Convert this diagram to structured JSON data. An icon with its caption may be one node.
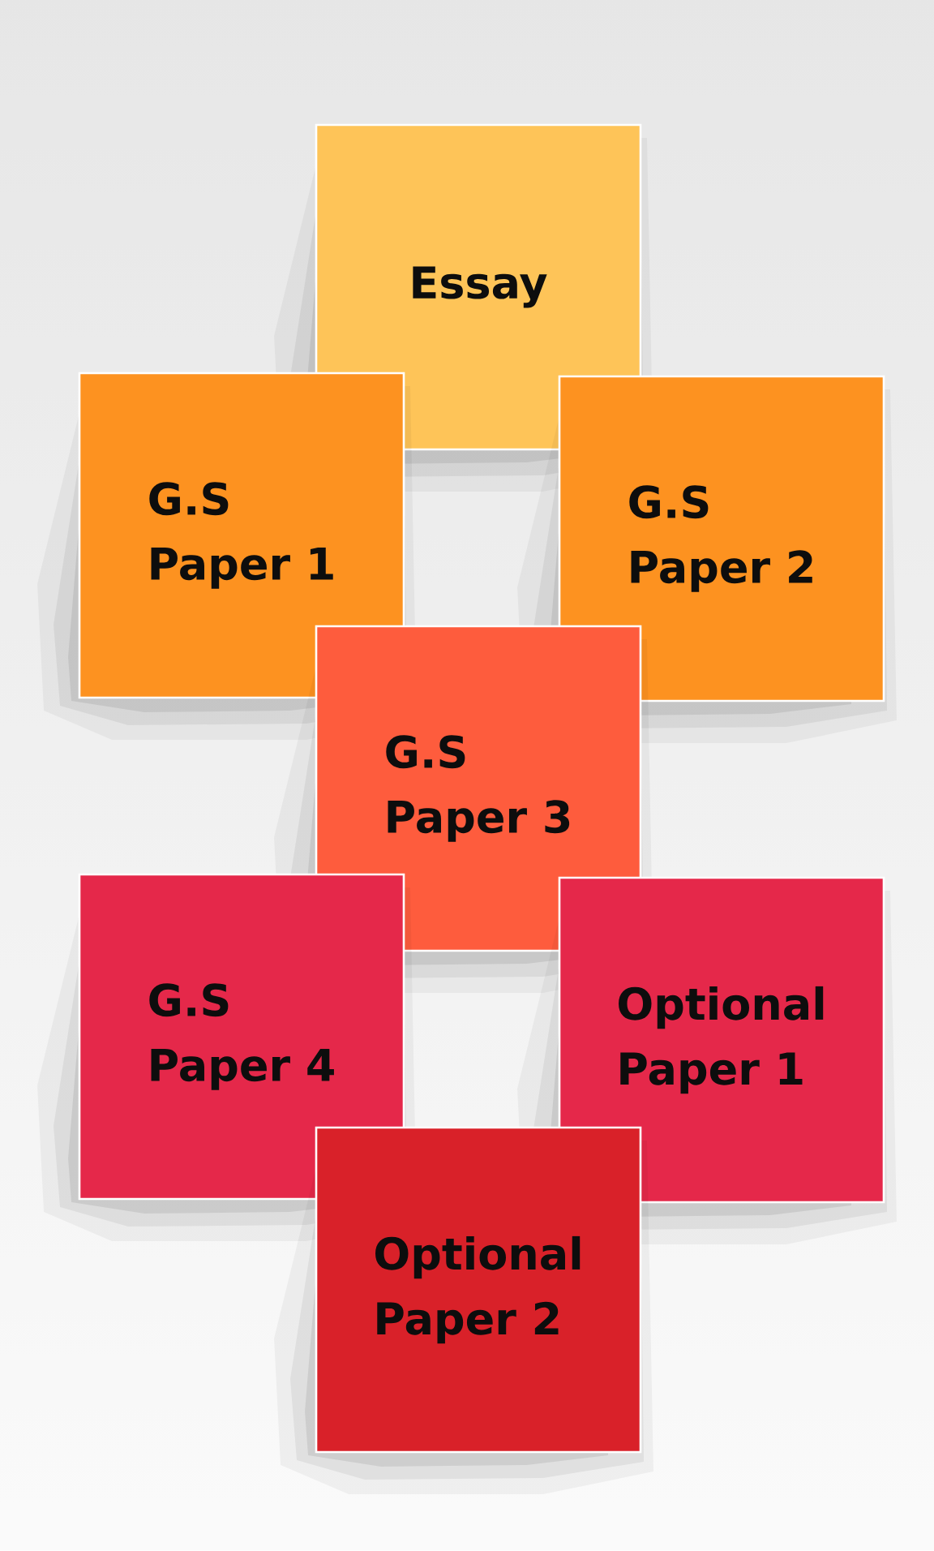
{
  "diagram": {
    "nodes": [
      {
        "text": [
          "Essay"
        ]
      },
      {
        "text": [
          "G.S Paper 1"
        ]
      },
      {
        "text": [
          "G.S Paper 2"
        ]
      },
      {
        "text": [
          "G.S Paper 3"
        ]
      },
      {
        "text": [
          "G.S Paper 4"
        ]
      },
      {
        "text": [
          "Optional Paper 1"
        ]
      },
      {
        "text": [
          "Optional Paper 2"
        ]
      }
    ]
  }
}
